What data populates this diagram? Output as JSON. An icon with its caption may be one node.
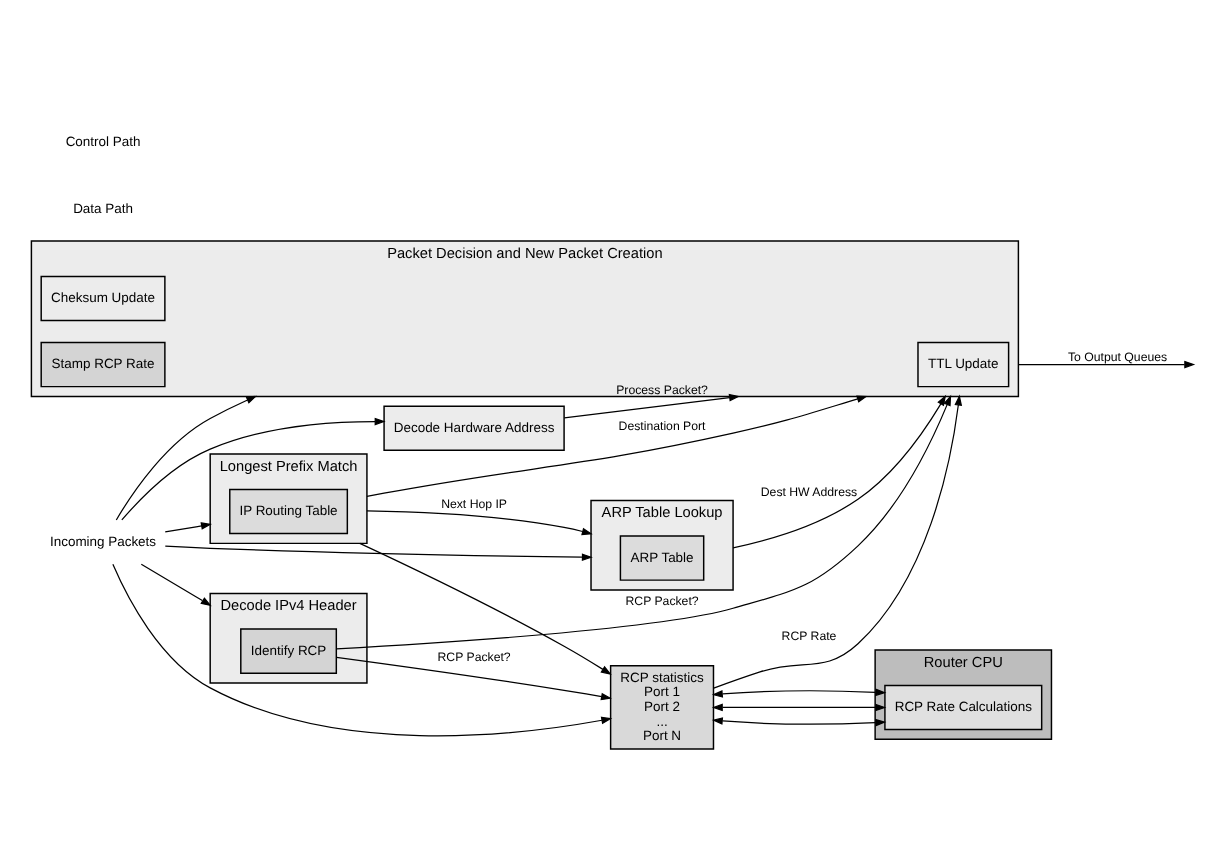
{
  "diagram": {
    "nodes": [
      {
        "text": [
          "Incoming Packets"
        ]
      },
      {
        "text": [
          "Decode Hardware Address"
        ]
      },
      {
        "text": [
          "Longest Prefix Match"
        ]
      },
      {
        "text": [
          "IP Routing Table"
        ],
        "in": 2
      },
      {
        "text": [
          "ARP Table Lookup"
        ]
      },
      {
        "text": [
          "ARP Table"
        ],
        "in": 4
      },
      {
        "text": [
          "Decode IPv4 Header"
        ]
      },
      {
        "text": [
          "Identify RCP"
        ],
        "in": 6
      },
      {
        "text": [
          "RCP statistics",
          "Port 1",
          "Port 2",
          "...",
          "Port N"
        ]
      },
      {
        "text": [
          "Packet Decision and New Packet Creation"
        ]
      },
      {
        "text": [
          "TTL Update"
        ],
        "in": 9
      },
      {
        "text": [
          "Cheksum Update"
        ],
        "in": 9
      },
      {
        "text": [
          "Stamp RCP Rate"
        ],
        "in": 9
      },
      {
        "text": [
          "Router CPU"
        ]
      },
      {
        "text": [
          "RCP Rate Calculations"
        ],
        "in": 13
      }
    ],
    "edges": [
      {
        "from": 0,
        "to": 9,
        "arrow": "to"
      },
      {
        "from": 0,
        "to": 1,
        "arrow": "to"
      },
      {
        "from": 0,
        "to": 2,
        "arrow": "to"
      },
      {
        "from": 0,
        "to": 4,
        "arrow": "to"
      },
      {
        "from": 0,
        "to": 6,
        "arrow": "to"
      },
      {
        "from": 0,
        "to": 8,
        "arrow": "to"
      },
      {
        "from": 1,
        "to": 9,
        "arrow": "to",
        "label": "Process Packet?"
      },
      {
        "from": 2,
        "to": 9,
        "arrow": "to",
        "label": "Destination Port"
      },
      {
        "from": 2,
        "to": 4,
        "arrow": "to",
        "label": "Next Hop IP"
      },
      {
        "from": 2,
        "to": 8,
        "arrow": "to"
      },
      {
        "from": 4,
        "to": 9,
        "arrow": "to",
        "label": "Dest HW Address"
      },
      {
        "from": 7,
        "to": 9,
        "arrow": "to",
        "label": "RCP Packet?"
      },
      {
        "from": 7,
        "to": 8,
        "arrow": "to",
        "label": "RCP Packet?"
      },
      {
        "from": 8,
        "to": 9,
        "arrow": "to",
        "label": "RCP Rate"
      },
      {
        "from": 8,
        "to": 14,
        "arrow": "both"
      },
      {
        "from": 8,
        "to": 14,
        "arrow": "both"
      },
      {
        "from": 8,
        "to": 14,
        "arrow": "both"
      },
      {
        "from": 9,
        "to": null,
        "arrow": "to",
        "label": "To Output Queues"
      }
    ],
    "labels": [
      "Data Path",
      "Control Path"
    ]
  }
}
